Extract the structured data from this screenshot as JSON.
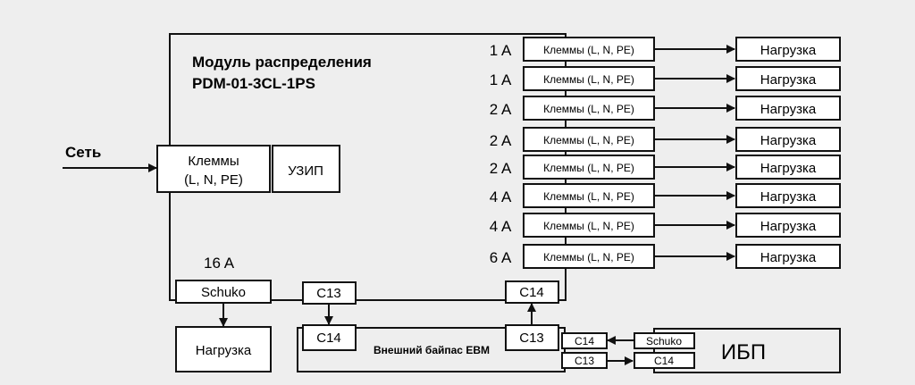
{
  "module": {
    "title": "Модуль распределения",
    "model": "PDM-01-3CL-1PS"
  },
  "input": {
    "label": "Сеть",
    "terminals_line1": "Клеммы",
    "terminals_line2": "(L, N, PE)",
    "surge": "УЗИП"
  },
  "outputs": [
    {
      "current": "1 A",
      "terminal": "Клеммы (L, N, PE)",
      "load": "Нагрузка"
    },
    {
      "current": "1 A",
      "terminal": "Клеммы (L, N, PE)",
      "load": "Нагрузка"
    },
    {
      "current": "2 A",
      "terminal": "Клеммы (L, N, PE)",
      "load": "Нагрузка"
    },
    {
      "current": "2 A",
      "terminal": "Клеммы (L, N, PE)",
      "load": "Нагрузка"
    },
    {
      "current": "2 A",
      "terminal": "Клеммы (L, N, PE)",
      "load": "Нагрузка"
    },
    {
      "current": "4 A",
      "terminal": "Клеммы (L, N, PE)",
      "load": "Нагрузка"
    },
    {
      "current": "4 A",
      "terminal": "Клеммы (L, N, PE)",
      "load": "Нагрузка"
    },
    {
      "current": "6 A",
      "terminal": "Клеммы (L, N, PE)",
      "load": "Нагрузка"
    }
  ],
  "schuko": {
    "current": "16 A",
    "label": "Schuko",
    "load": "Нагрузка"
  },
  "bypass": {
    "label": "Внешний байпас EBM",
    "c13_top": "C13",
    "c14_top": "C14",
    "c14_in": "C14",
    "c13_in": "C13",
    "c14_side": "C14",
    "c13_side": "C13"
  },
  "ups": {
    "label": "ИБП",
    "schuko": "Schuko",
    "c14": "C14"
  }
}
